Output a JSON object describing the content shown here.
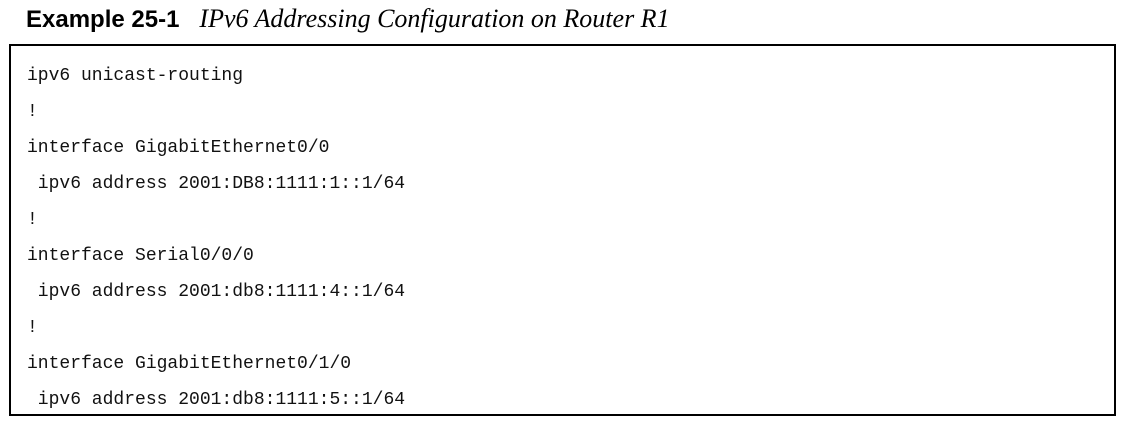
{
  "example": {
    "label": "Example 25-1",
    "title": "IPv6 Addressing Configuration on Router R1"
  },
  "code": {
    "lines": [
      "ipv6 unicast-routing",
      "!",
      "interface GigabitEthernet0/0",
      " ipv6 address 2001:DB8:1111:1::1/64",
      "!",
      "interface Serial0/0/0",
      " ipv6 address 2001:db8:1111:4::1/64",
      "!",
      "interface GigabitEthernet0/1/0",
      " ipv6 address 2001:db8:1111:5::1/64"
    ]
  }
}
